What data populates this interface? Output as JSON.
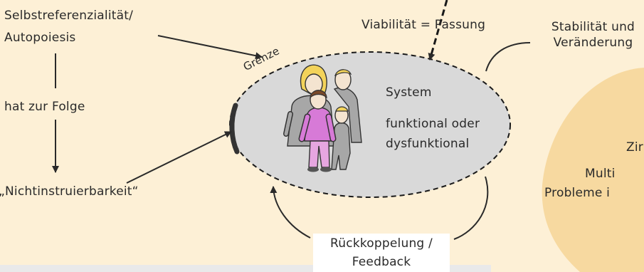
{
  "labels": {
    "selbstreferenzialitaet": "Selbstreferenzialität/",
    "autopoiesis": "Autopoiesis",
    "hat_zur_folge": "hat zur Folge",
    "nichtinstruierbarkeit": "„Nichtinstruierbarkeit“",
    "viabilitaet": "Viabilität = Passung",
    "stabilitaet_line1": "Stabilität und",
    "stabilitaet_line2": "Veränderung",
    "grenze": "Grenze",
    "system": "System",
    "funktional": "funktional oder",
    "dysfunktional": "dysfunktional",
    "rueckkoppelung_line1": "Rückkoppelung /",
    "rueckkoppelung_line2": "Feedback",
    "blob_line1": "Zir",
    "blob_line2": "Multi",
    "blob_line3": "Probleme i"
  },
  "colors": {
    "background": "#fdf0d6",
    "ellipse_fill": "#d9d9d9",
    "blob_fill": "#f7d9a0",
    "figure_purple": "#d77ad7",
    "figure_gray": "#a7a7a7",
    "hair_blonde": "#f3d35a"
  },
  "icons": {
    "family": "family-figures-icon"
  }
}
